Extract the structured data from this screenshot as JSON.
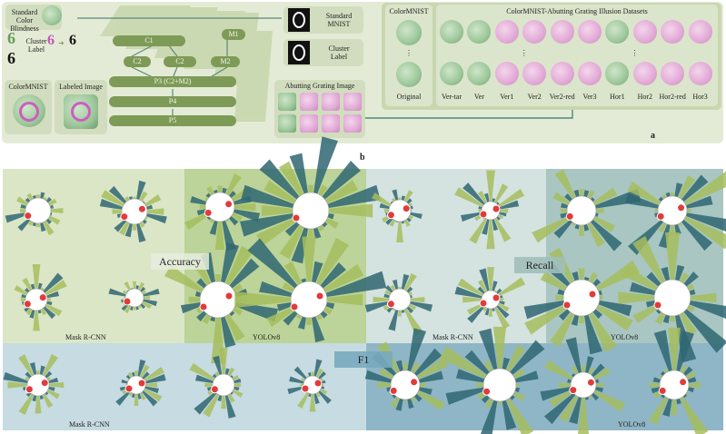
{
  "panel_a": {
    "label": "a",
    "standard_color_blindness": "Standard\nColor Blindness",
    "cluster_label_left": "Cluster\nLabel",
    "colormnist_left": "ColorMNIST",
    "labeled_image": "Labeled Image",
    "nodes": [
      "C1",
      "C2",
      "C2",
      "M1",
      "M2",
      "P3 (C2+M2)",
      "P4",
      "P5"
    ],
    "standard_mnist": "Standard\nMNIST",
    "cluster_label_right": "Cluster\nLabel",
    "abutting_grating_image": "Abutting Grating Image",
    "colormnist_top": "ColorMNIST",
    "datasets_title": "ColorMNIST-Abutting Grating Illusion Datasets",
    "original": "Original",
    "ellipsis": "⋮",
    "dataset_columns": [
      "Ver-tar",
      "Ver",
      "Ver1",
      "Ver2",
      "Ver2-red",
      "Ver3",
      "Hor1",
      "Hor2",
      "Hor2-red",
      "Hor3"
    ]
  },
  "panel_b": {
    "label": "b",
    "metrics": [
      "Accuracy",
      "Recall",
      "F1"
    ],
    "model_labels": {
      "accuracy_left": "Mask R-CNN",
      "accuracy_right": "YOLOv8",
      "recall_left": "Mask R-CNN",
      "recall_right": "YOLOv8",
      "f1_left": "Mask R-CNN",
      "f1_right": "YOLOv8"
    }
  },
  "colors": {
    "green_dark": "#7e9a57",
    "teal_dark": "#2f6672",
    "olive_bar": "#a6bd5d",
    "marker_red": "#e23b3b"
  }
}
